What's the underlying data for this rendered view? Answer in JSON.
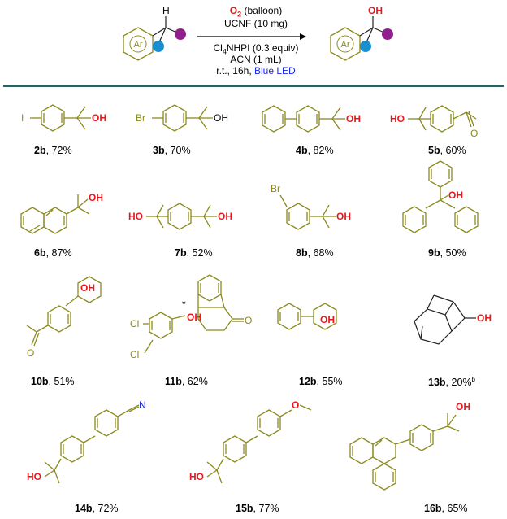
{
  "scheme": {
    "reactant_ring": "Ar",
    "reactant_h": "H",
    "product_oh": "OH",
    "product_ring": "Ar",
    "conditions": {
      "oxidant": "O2",
      "oxidant_note": "(balloon)",
      "catalyst": "UCNF (10 mg)",
      "additive": "Cl4NHPI (0.3 equiv)",
      "solvent": "ACN (1 mL)",
      "time": "r.t., 16h,",
      "light": "Blue LED"
    },
    "colors": {
      "blue_dot": "#1a8fd0",
      "purple_dot": "#8e1f8c",
      "olive": "#8a8a1e",
      "accent_red": "#e8191c",
      "accent_blue": "#1c28e8",
      "rule": "#2f5f5f"
    }
  },
  "products": [
    {
      "id": "2b",
      "yield": ", 72%",
      "sub": ""
    },
    {
      "id": "3b",
      "yield": ", 70%",
      "sub": ""
    },
    {
      "id": "4b",
      "yield": ", 82%",
      "sub": ""
    },
    {
      "id": "5b",
      "yield": ", 60%",
      "sub": ""
    },
    {
      "id": "6b",
      "yield": ", 87%",
      "sub": ""
    },
    {
      "id": "7b",
      "yield": ", 52%",
      "sub": ""
    },
    {
      "id": "8b",
      "yield": ", 68%",
      "sub": ""
    },
    {
      "id": "9b",
      "yield": ", 50%",
      "sub": ""
    },
    {
      "id": "10b",
      "yield": ", 51%",
      "sub": ""
    },
    {
      "id": "11b",
      "yield": ", 62%",
      "sub": ""
    },
    {
      "id": "12b",
      "yield": ", 55%",
      "sub": ""
    },
    {
      "id": "13b",
      "yield": ", 20%",
      "sub": "b"
    },
    {
      "id": "14b",
      "yield": ", 72%",
      "sub": ""
    },
    {
      "id": "15b",
      "yield": ", 77%",
      "sub": ""
    },
    {
      "id": "16b",
      "yield": ", 65%",
      "sub": ""
    }
  ],
  "atoms": {
    "oh": "OH",
    "ho": "HO",
    "o": "O",
    "iodo": "I",
    "bromo": "Br",
    "chloro": "Cl",
    "nitrogen": "N",
    "star": "*"
  }
}
